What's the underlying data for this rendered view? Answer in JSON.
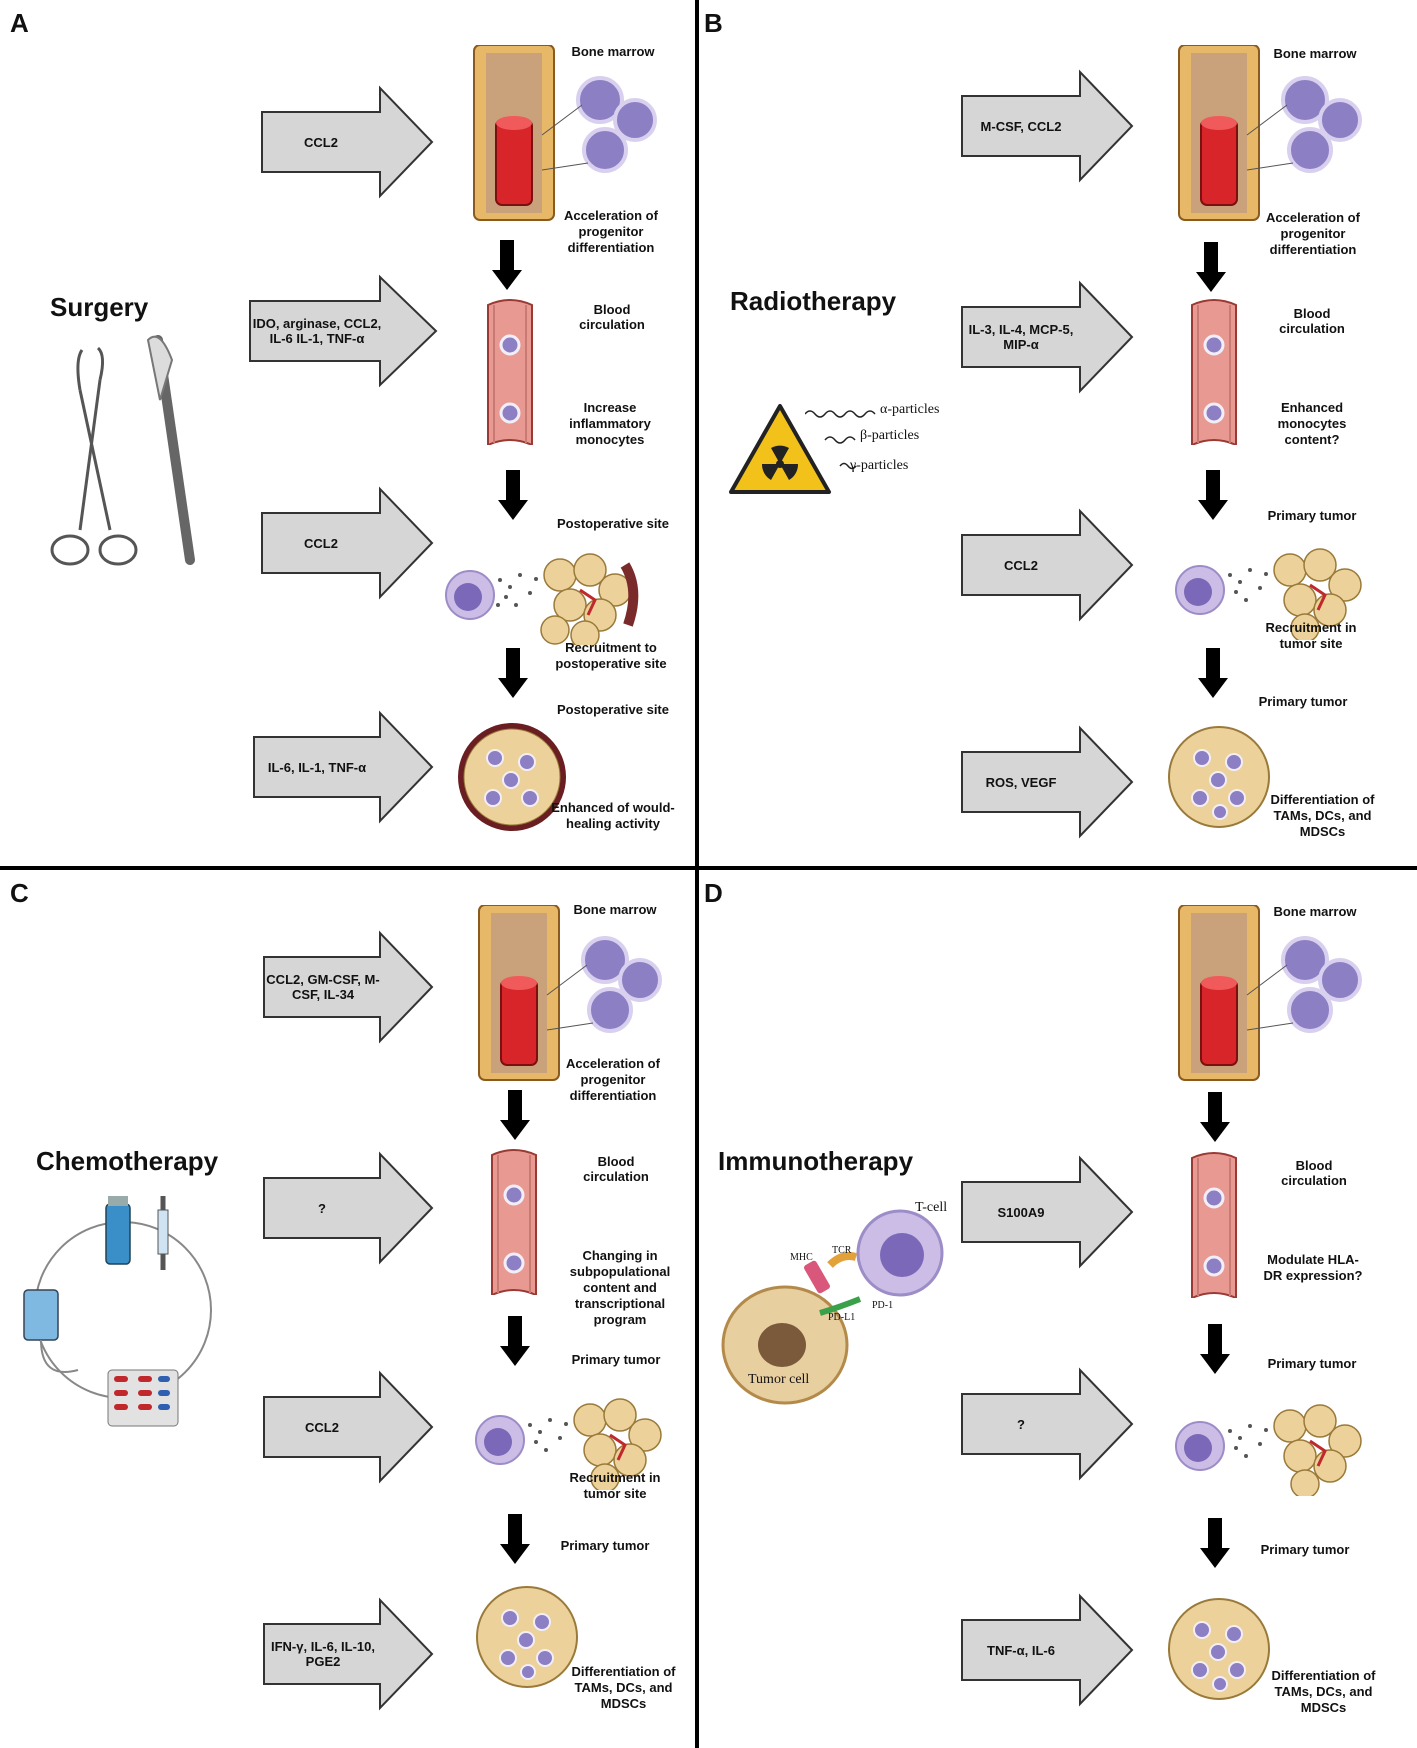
{
  "panels": [
    {
      "letter": "A",
      "treatment": "Surgery",
      "rows": [
        {
          "factors": "CCL2",
          "stage": "Bone marrow",
          "caption": "Acceleration of progenitor differentiation"
        },
        {
          "factors": "IDO, arginase, CCL2, IL-6 IL-1, TNF-α",
          "stage": "Blood circulation",
          "caption": "Increase inflammatory monocytes"
        },
        {
          "factors": "CCL2",
          "stage": "Postoperative site",
          "caption": "Recruitment to postoperative site"
        },
        {
          "factors": "IL-6, IL-1, TNF-α",
          "stage": "Postoperative site",
          "caption": "Enhanced of would-healing activity"
        }
      ]
    },
    {
      "letter": "B",
      "treatment": "Radiotherapy",
      "particles": [
        "α-particles",
        "β-particles",
        "γ-particles"
      ],
      "rows": [
        {
          "factors": "M-CSF, CCL2",
          "stage": "Bone marrow",
          "caption": "Acceleration of progenitor differentiation"
        },
        {
          "factors": "IL-3, IL-4, MCP-5, MIP-α",
          "stage": "Blood circulation",
          "caption": "Enhanced monocytes content?"
        },
        {
          "factors": "CCL2",
          "stage": "Primary tumor",
          "caption": "Recruitment in tumor site"
        },
        {
          "factors": "ROS, VEGF",
          "stage": "Primary tumor",
          "caption": "Differentiation of TAMs, DCs, and MDSCs"
        }
      ]
    },
    {
      "letter": "C",
      "treatment": "Chemotherapy",
      "rows": [
        {
          "factors": "CCL2, GM-CSF, M-CSF, IL-34",
          "stage": "Bone marrow",
          "caption": "Acceleration of progenitor differentiation"
        },
        {
          "factors": "?",
          "stage": "Blood circulation",
          "caption": "Changing in subpopulational content and transcriptional program"
        },
        {
          "factors": "CCL2",
          "stage": "Primary tumor",
          "caption": "Recruitment in tumor site"
        },
        {
          "factors": "IFN-γ, IL-6, IL-10, PGE2",
          "stage": "Primary tumor",
          "caption": "Differentiation of TAMs, DCs, and MDSCs"
        }
      ]
    },
    {
      "letter": "D",
      "treatment": "Immunotherapy",
      "cell_labels": {
        "tcell": "T-cell",
        "tcr": "TCR",
        "mhc": "MHC",
        "pd1": "PD-1",
        "pdl1": "PD-L1",
        "tumor": "Tumor cell"
      },
      "rows": [
        {
          "factors": "",
          "stage": "Bone marrow",
          "caption": ""
        },
        {
          "factors": "S100A9",
          "stage": "Blood circulation",
          "caption": "Modulate HLA-DR expression?"
        },
        {
          "factors": "?",
          "stage": "Primary tumor",
          "caption": ""
        },
        {
          "factors": "TNF-α, IL-6",
          "stage": "Primary tumor",
          "caption": "Differentiation of TAMs, DCs, and MDSCs"
        }
      ]
    }
  ],
  "colors": {
    "arrow_fill": "#d6d6d6",
    "bone": "#e8b869",
    "marrow": "#c9a27c",
    "vessel": "#e89a92",
    "cell": "#8c7fc4",
    "tumor": "#ecd29a",
    "divider": "#000000"
  }
}
